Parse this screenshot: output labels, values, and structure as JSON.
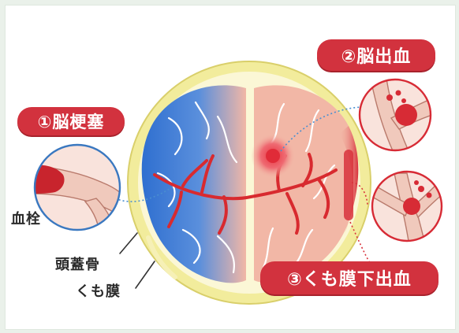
{
  "labels": {
    "stroke_types": {
      "cerebral_infarction": "①脳梗塞",
      "cerebral_hemorrhage": "②脳出血",
      "subarachnoid_hemorrhage": "③くも膜下出血"
    },
    "thrombus": "血栓",
    "skull": "頭蓋骨",
    "arachnoid": "くも膜"
  },
  "colors": {
    "accent_red": "#d2323e",
    "skull_yellow": "#f2ec9c",
    "ischemic_blue": "#2f6fd0",
    "brain_pink": "#f2b7a6",
    "artery_red": "#d82a2f",
    "leader_blue": "#4a8fd0"
  }
}
